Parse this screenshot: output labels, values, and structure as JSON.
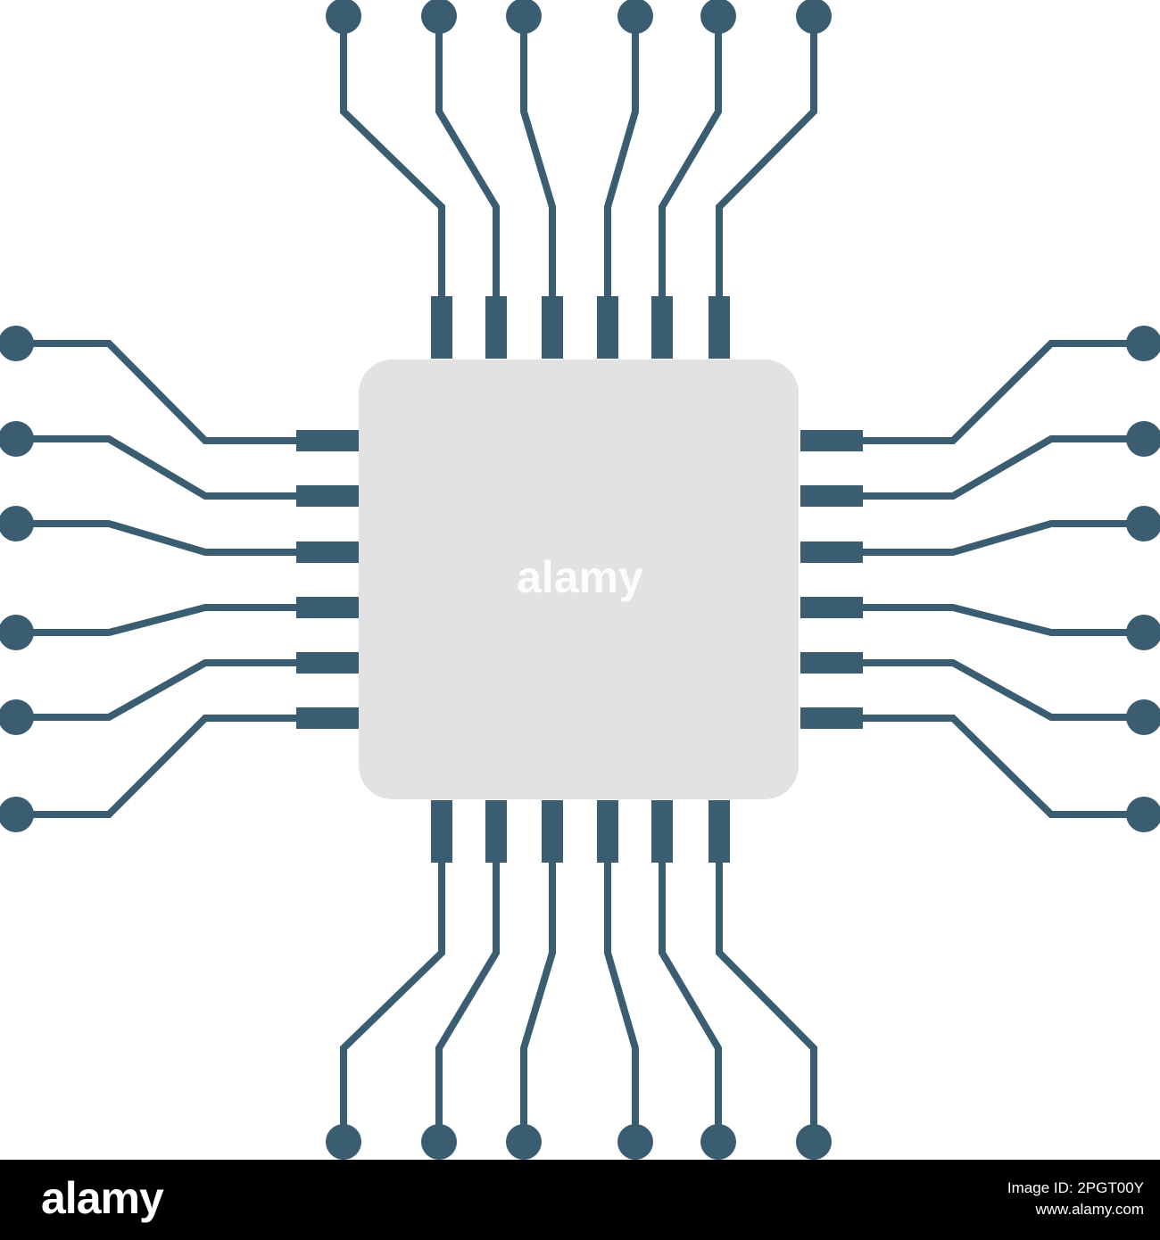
{
  "colors": {
    "trace": "#3a5d72",
    "chip_body": "#e2e2e2",
    "background": "#ffffff",
    "footer_background": "#000000",
    "footer_text": "#ffffff"
  },
  "image": {
    "subject": "microchip-icon",
    "watermark_text": "alamy"
  },
  "footer": {
    "logo": "alamy",
    "image_id": "Image ID: 2PGT00Y",
    "website": "www.alamy.com"
  }
}
